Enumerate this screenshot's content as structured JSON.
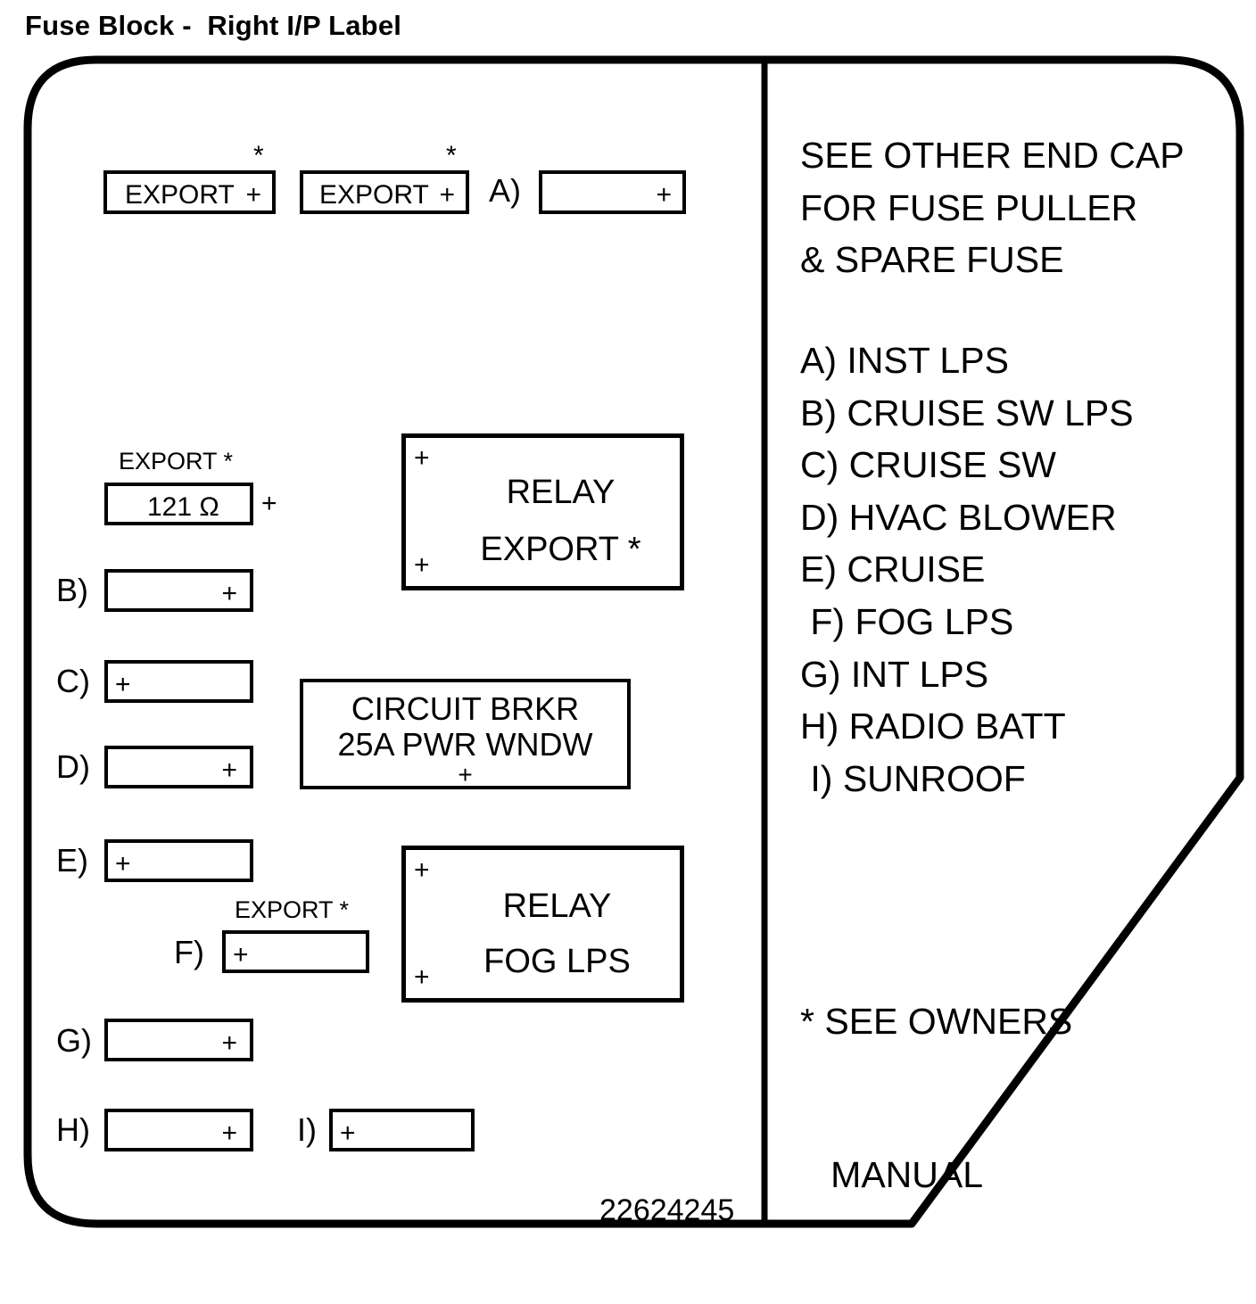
{
  "title": "Fuse Block -  Right I/P Label",
  "part_number": "22624245",
  "symbols": {
    "plus": "+",
    "asterisk": "*",
    "ohm": "Ω"
  },
  "top_row": [
    {
      "name": "export-fuse-1",
      "label": "EXPORT",
      "plus": "+",
      "star": "*"
    },
    {
      "name": "export-fuse-2",
      "label": "EXPORT",
      "plus": "+",
      "star": "*"
    },
    {
      "name": "fuse-a",
      "letter": "A)",
      "label": "",
      "plus": "+"
    }
  ],
  "resistor": {
    "caption": "EXPORT *",
    "value": "121 Ω",
    "plus": "+"
  },
  "fuses": [
    {
      "letter": "B)",
      "plus": "+",
      "plus_side": "right"
    },
    {
      "letter": "C)",
      "plus": "+",
      "plus_side": "left"
    },
    {
      "letter": "D)",
      "plus": "+",
      "plus_side": "right"
    },
    {
      "letter": "E)",
      "plus": "+",
      "plus_side": "left"
    },
    {
      "letter": "F)",
      "plus": "+",
      "plus_side": "left",
      "caption": "EXPORT *"
    },
    {
      "letter": "G)",
      "plus": "+",
      "plus_side": "right"
    },
    {
      "letter": "H)",
      "plus": "+",
      "plus_side": "right"
    },
    {
      "letter": "I)",
      "plus": "+",
      "plus_side": "left"
    }
  ],
  "relays": [
    {
      "name": "relay-export",
      "line1": "RELAY",
      "line2": "EXPORT *",
      "plus_tl": "+",
      "plus_bl": "+"
    },
    {
      "name": "relay-fog-lps",
      "line1": "RELAY",
      "line2": "FOG LPS",
      "plus_tl": "+",
      "plus_bl": "+"
    }
  ],
  "circuit_breaker": {
    "line1": "CIRCUIT BRKR",
    "line2": "25A PWR WNDW",
    "plus": "+"
  },
  "right_panel": {
    "header": [
      "SEE OTHER END CAP",
      "FOR FUSE PULLER",
      "& SPARE FUSE"
    ],
    "legend": [
      "A) INST LPS",
      "B) CRUISE SW LPS",
      "C) CRUISE SW",
      "D) HVAC BLOWER",
      "E) CRUISE",
      " F) FOG LPS",
      "G) INT LPS",
      "H) RADIO BATT",
      " I) SUNROOF"
    ],
    "note": [
      "* SEE OWNERS",
      "   MANUAL"
    ]
  },
  "colors": {
    "ink": "#000000",
    "paper": "#ffffff"
  }
}
